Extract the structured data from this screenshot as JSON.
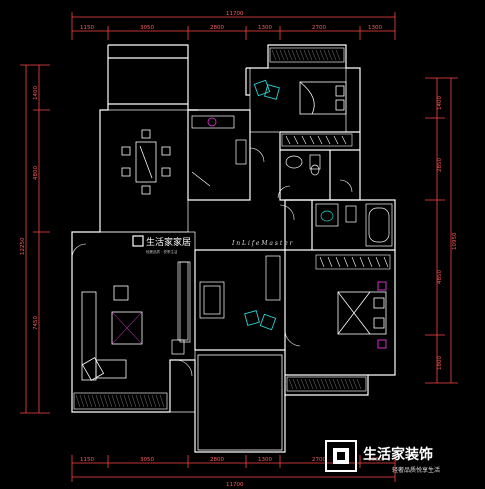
{
  "dimensions": {
    "top_total": "11700",
    "top_segments": [
      "1150",
      "3050",
      "2800",
      "1300",
      "2700",
      "1300"
    ],
    "bottom_total": "11700",
    "bottom_segments": [
      "1150",
      "3050",
      "2800",
      "1300",
      "2700",
      "1300"
    ],
    "left_total": "12250",
    "left_segments": [
      "1400",
      "4800",
      "7450"
    ],
    "right_total": "10950",
    "right_segments": [
      "1400",
      "2850",
      "4850",
      "1800"
    ]
  },
  "watermark": {
    "center_brand": "生活家家居",
    "center_sub": "轻奢品质 · 悦享生活",
    "script": "I n L i f e  M a s t e r",
    "corner_brand": "生活家装饰",
    "corner_slogan": "轻奢品质悦享生活"
  },
  "colors": {
    "wall": "#ffffff",
    "dimension": "#ff4444",
    "furniture": "#ffffff",
    "accent": "#2ad4d4",
    "magenta": "#ff3cff",
    "background": "#000000"
  }
}
